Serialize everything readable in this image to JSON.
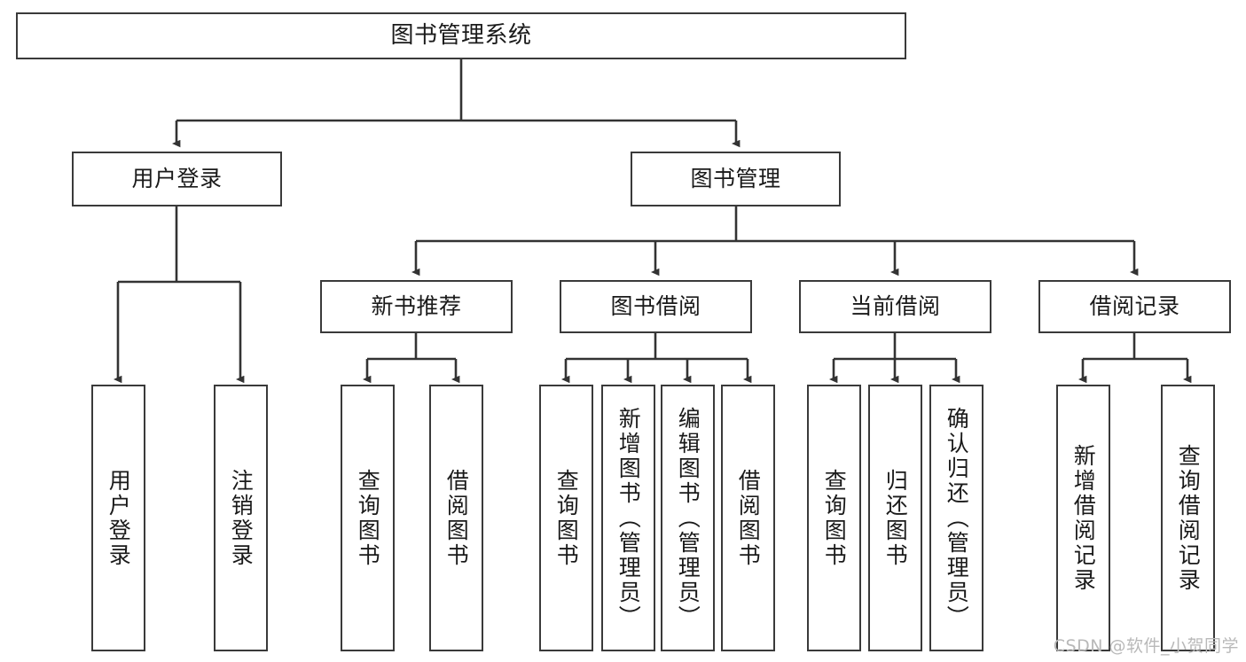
{
  "diagram": {
    "title": "图书管理系统",
    "type": "tree",
    "watermark": "CSDN @软件_小贺同学",
    "colors": {
      "box_border": "#3a3a3a",
      "connector": "#333333",
      "text": "#1a1a1a",
      "background": "#ffffff",
      "watermark": "#b9b9b9"
    },
    "levels": {
      "root": {
        "label": "图书管理系统"
      },
      "level2": [
        {
          "label": "用户登录"
        },
        {
          "label": "图书管理"
        }
      ],
      "level3": [
        {
          "label": "新书推荐"
        },
        {
          "label": "图书借阅"
        },
        {
          "label": "当前借阅"
        },
        {
          "label": "借阅记录"
        }
      ],
      "leaves": {
        "user_login": [
          {
            "label": "用户登录"
          },
          {
            "label": "注销登录"
          }
        ],
        "new_book_recommend": [
          {
            "label": "查询图书"
          },
          {
            "label": "借阅图书"
          }
        ],
        "book_borrow": [
          {
            "label": "查询图书"
          },
          {
            "label": "新增图书（管理员）"
          },
          {
            "label": "编辑图书（管理员）"
          },
          {
            "label": "借阅图书"
          }
        ],
        "current_borrow": [
          {
            "label": "查询图书"
          },
          {
            "label": "归还图书"
          },
          {
            "label": "确认归还（管理员）"
          }
        ],
        "borrow_record": [
          {
            "label": "新增借阅记录"
          },
          {
            "label": "查询借阅记录"
          }
        ]
      }
    }
  }
}
